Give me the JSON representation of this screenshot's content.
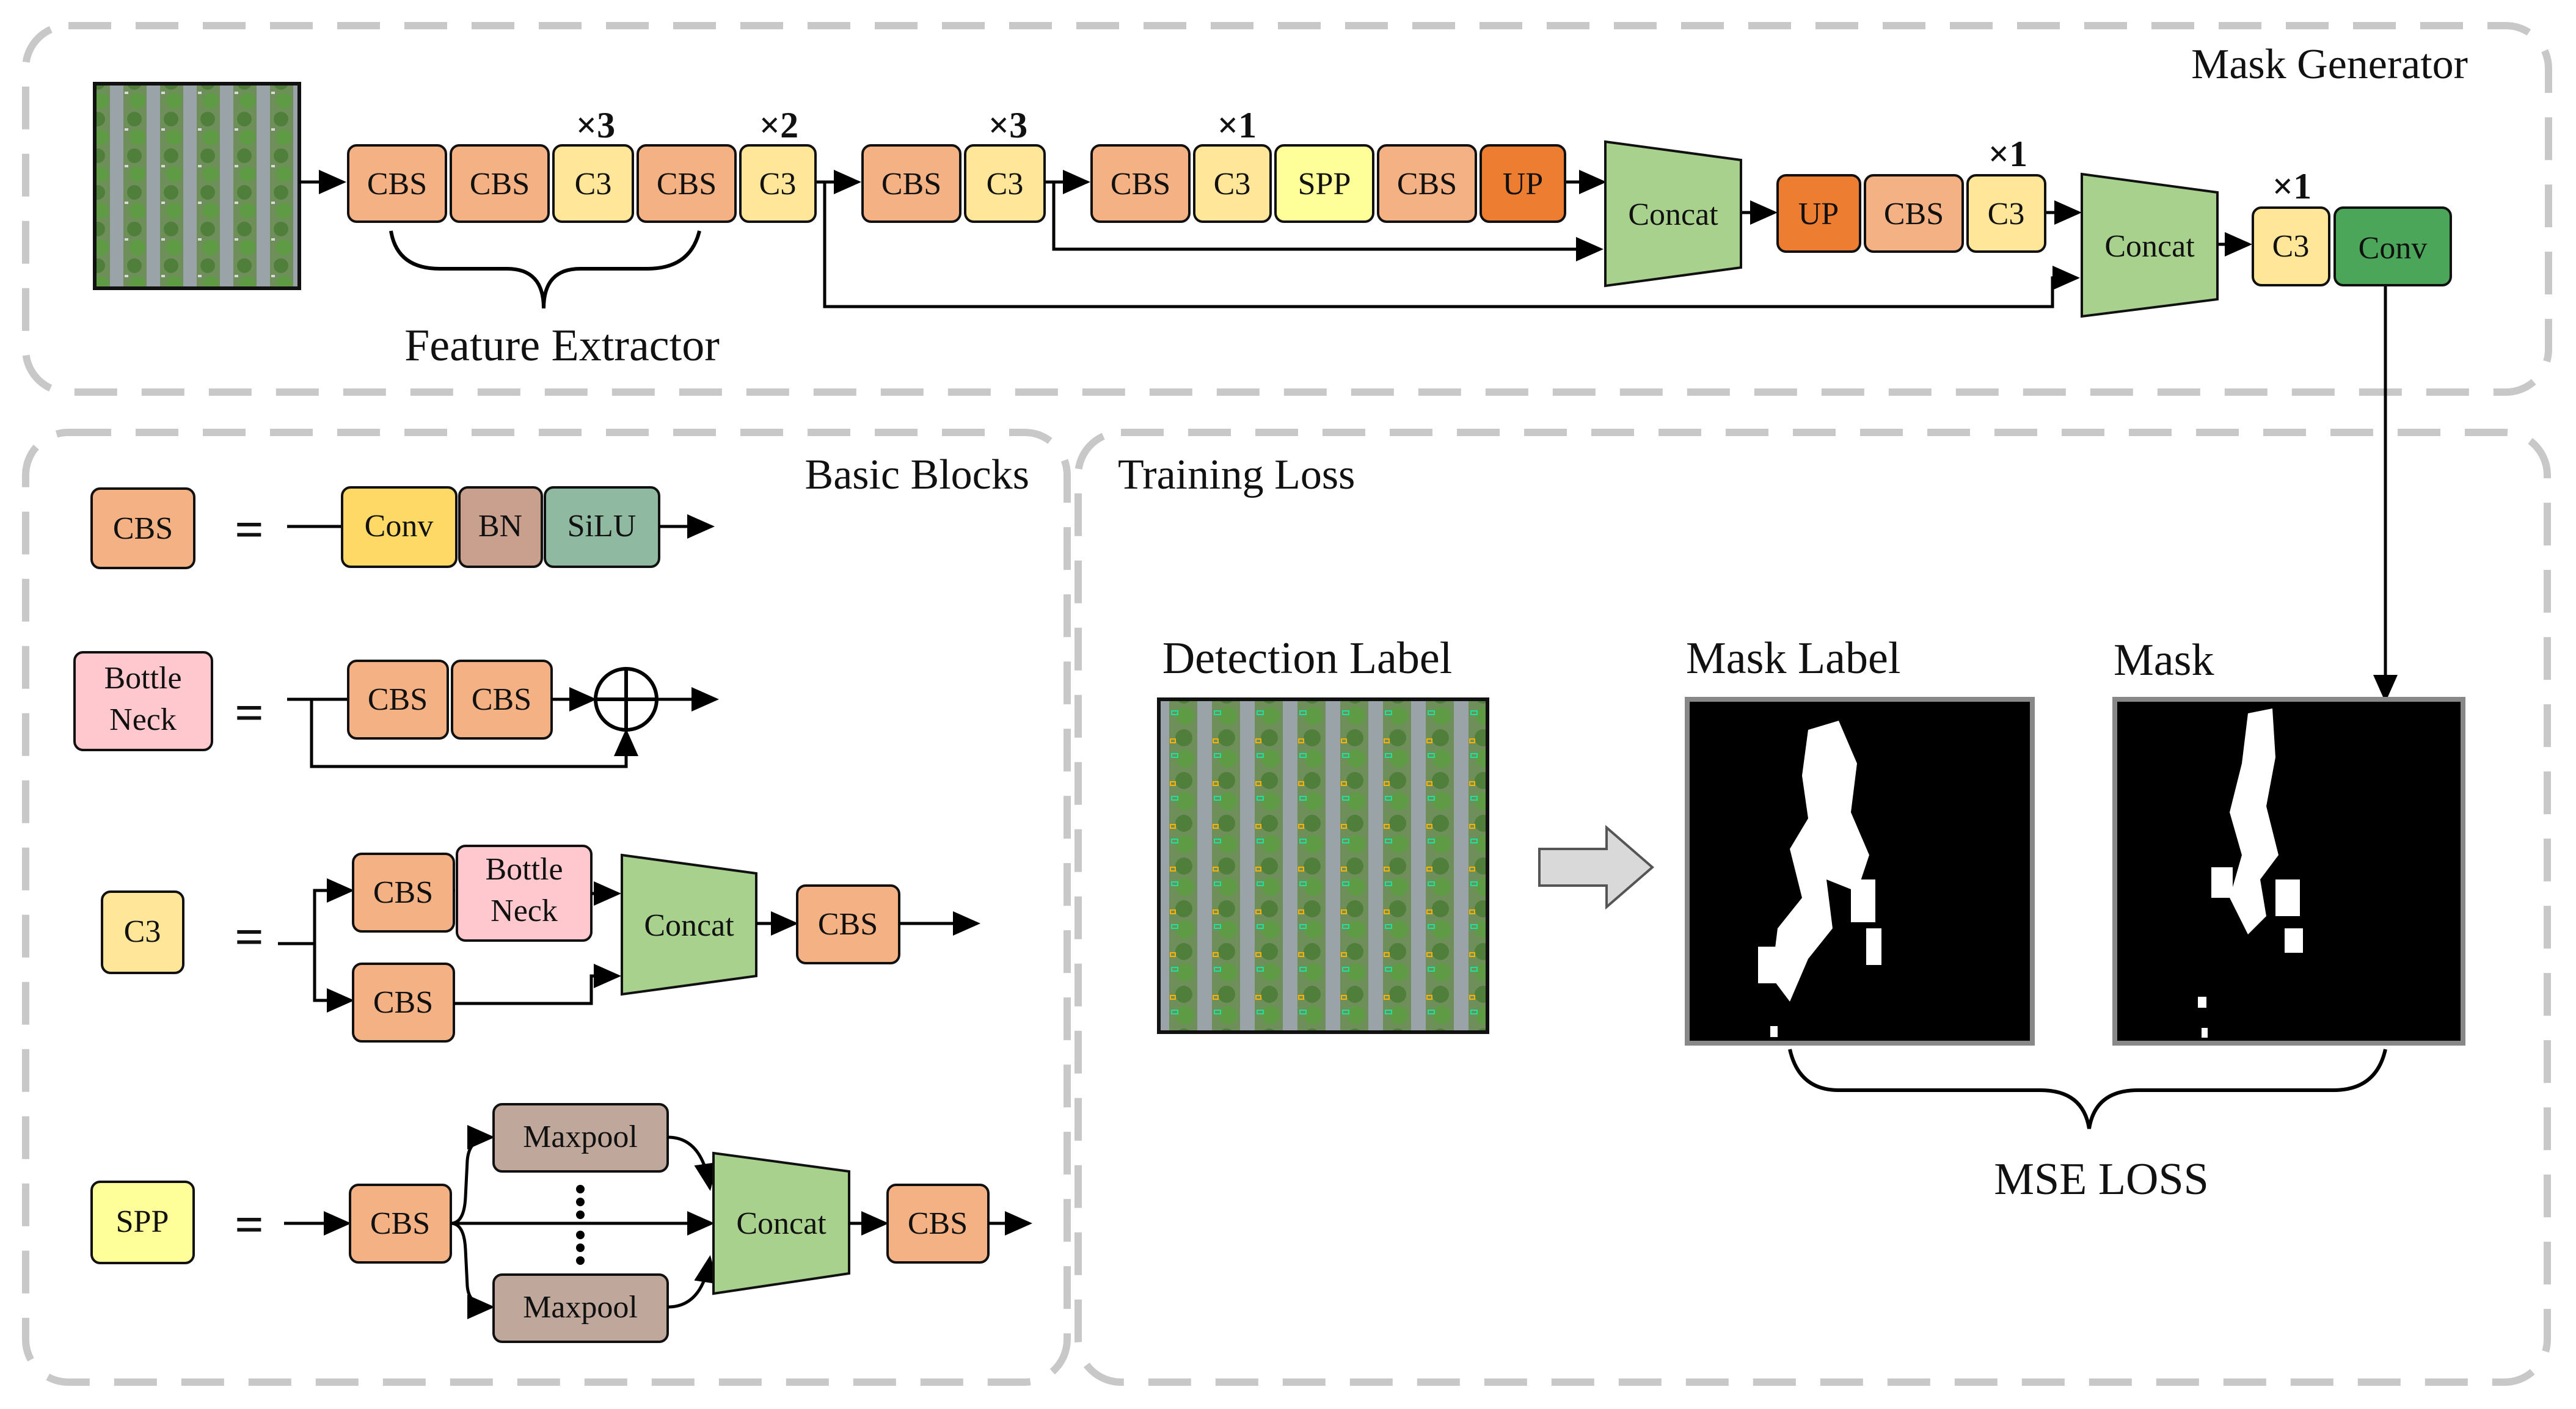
{
  "panels": {
    "mask_generator": "Mask Generator",
    "basic_blocks": "Basic Blocks",
    "training_loss": "Training Loss"
  },
  "labels": {
    "feature_extractor": "Feature Extractor",
    "detection_label": "Detection Label",
    "mask_label": "Mask Label",
    "mask": "Mask",
    "mse_loss": "MSE LOSS",
    "equals": "="
  },
  "blocks": {
    "cbs": "CBS",
    "c3": "C3",
    "spp": "SPP",
    "up": "UP",
    "concat": "Concat",
    "conv": "Conv",
    "bn": "BN",
    "silu": "SiLU",
    "bottle": "Bottle",
    "neck": "Neck",
    "maxpool": "Maxpool"
  },
  "multipliers": {
    "m1": "×3",
    "m2": "×2",
    "m3": "×3",
    "m4": "×1",
    "m5": "×1",
    "m6": "×1"
  },
  "colors": {
    "cbs": "#F4B183",
    "c3": "#FFE699",
    "spp": "#FFFF99",
    "up": "#ED7D31",
    "concat": "#A9D18E",
    "conv_out": "#4CA65A",
    "conv": "#FFD966",
    "bn": "#C9A08E",
    "silu": "#8FB9A0",
    "bottleneck": "#FFC7CE",
    "maxpool": "#BFA79B",
    "panel_border": "#c8c8c8"
  }
}
